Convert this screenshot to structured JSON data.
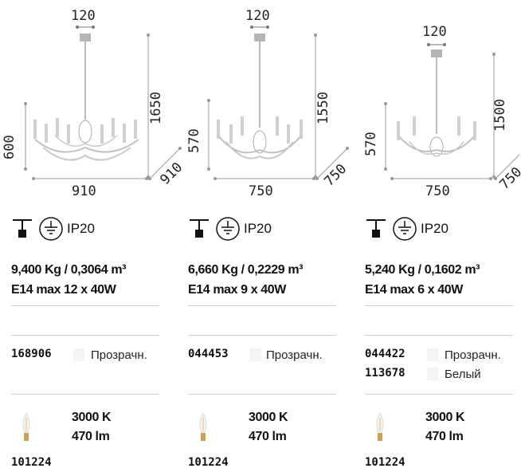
{
  "products": [
    {
      "dims": {
        "canopy": "120",
        "height": "1650",
        "body": "600",
        "width": "910",
        "depth": "910"
      },
      "ip_rating": "IP20",
      "weight_volume": "9,400 Kg / 0,3064 m³",
      "lamp": "E14 max 12 x 40W",
      "codes": [
        {
          "code": "168906",
          "finish": "Прозрачн."
        }
      ],
      "color_temp": "3000 K",
      "lumen": "470 lm",
      "bulb_code": "101224"
    },
    {
      "dims": {
        "canopy": "120",
        "height": "1550",
        "body": "570",
        "width": "750",
        "depth": "750"
      },
      "ip_rating": "IP20",
      "weight_volume": "6,660 Kg / 0,2229 m³",
      "lamp": "E14 max 9 x 40W",
      "codes": [
        {
          "code": "044453",
          "finish": "Прозрачн."
        }
      ],
      "color_temp": "3000 K",
      "lumen": "470 lm",
      "bulb_code": "101224"
    },
    {
      "dims": {
        "canopy": "120",
        "height": "1500",
        "body": "570",
        "width": "750",
        "depth": "750"
      },
      "ip_rating": "IP20",
      "weight_volume": "5,240 Kg / 0,1602 m³",
      "lamp": "E14 max 6 x 40W",
      "codes": [
        {
          "code": "044422",
          "finish": "Прозрачн."
        },
        {
          "code": "113678",
          "finish": "Белый"
        }
      ],
      "color_temp": "3000 K",
      "lumen": "470 lm",
      "bulb_code": "101224"
    }
  ],
  "icons": [
    "ceiling-mount-icon",
    "earth-ground-icon",
    "incandescent-bulb-icon"
  ],
  "colors": {
    "line": "#9a9a9a",
    "fixture": "#b5b5b5",
    "rule": "#cfcfcf"
  }
}
